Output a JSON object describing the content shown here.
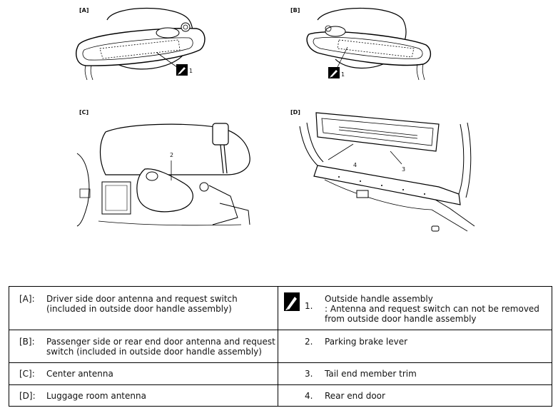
{
  "figures": {
    "A": {
      "label": "[A]",
      "callouts": [
        "1"
      ]
    },
    "B": {
      "label": "[B]",
      "callouts": [
        "1"
      ]
    },
    "C": {
      "label": "[C]",
      "callouts": [
        "2"
      ]
    },
    "D": {
      "label": "[D]",
      "callouts": [
        "4",
        "3"
      ]
    }
  },
  "legend": {
    "rows": [
      {
        "left_key": "[A]:",
        "left_text_lines": [
          "Driver side door antenna and request switch",
          "(included in outside door handle assembly)"
        ],
        "right_key": "1.",
        "right_text_lines": [
          "Outside handle assembly",
          ": Antenna and request switch can not be removed",
          "from outside door handle assembly"
        ]
      },
      {
        "left_key": "[B]:",
        "left_text_lines": [
          "Passenger side or rear end door antenna and request",
          "switch (included in outside door handle assembly)"
        ],
        "right_key": "2.",
        "right_text_lines": [
          "Parking brake lever"
        ]
      },
      {
        "left_key": "[C]:",
        "left_text_lines": [
          "Center antenna"
        ],
        "right_key": "3.",
        "right_text_lines": [
          "Tail end member trim"
        ]
      },
      {
        "left_key": "[D]:",
        "left_text_lines": [
          "Luggage room antenna"
        ],
        "right_key": "4.",
        "right_text_lines": [
          "Rear end door"
        ]
      }
    ]
  }
}
